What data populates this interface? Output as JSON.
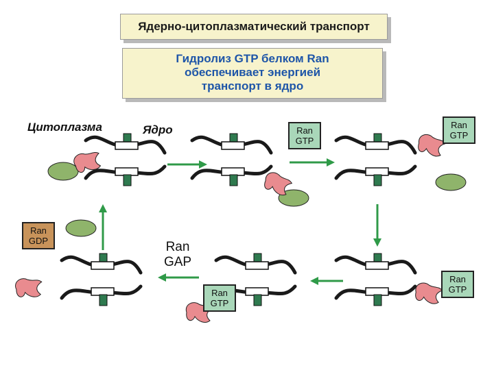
{
  "header": {
    "title": "Ядерно-цитоплазматический транспорт"
  },
  "note": {
    "lines": [
      "Гидролиз GTP белком Ran",
      "обеспечивает энергией",
      "транспорт в ядро"
    ]
  },
  "labels": {
    "cytoplasm": "Цитоплазма",
    "nucleus": "Ядро",
    "ran_gap": [
      "Ran",
      "GAP"
    ]
  },
  "tags": {
    "ran_gtp_1": [
      "Ran",
      "GTP"
    ],
    "ran_gtp_2": [
      "Ran",
      "GTP"
    ],
    "ran_gtp_3": [
      "Ran",
      "GTP"
    ],
    "ran_gtp_4": [
      "Ran",
      "GTP"
    ],
    "ran_gdp": [
      "Ran",
      "GDP"
    ]
  },
  "colors": {
    "cargo": "#e98b8f",
    "importin": "#8fb46b",
    "pore_post": "#2f7a4f",
    "arrow": "#2f9a48",
    "membrane": "#1a1a1a",
    "ran_gtp": "#a9d7b9",
    "ran_gdp": "#c8935a",
    "panel_bg": "#f7f3cc",
    "note_text": "#1e55a8"
  }
}
